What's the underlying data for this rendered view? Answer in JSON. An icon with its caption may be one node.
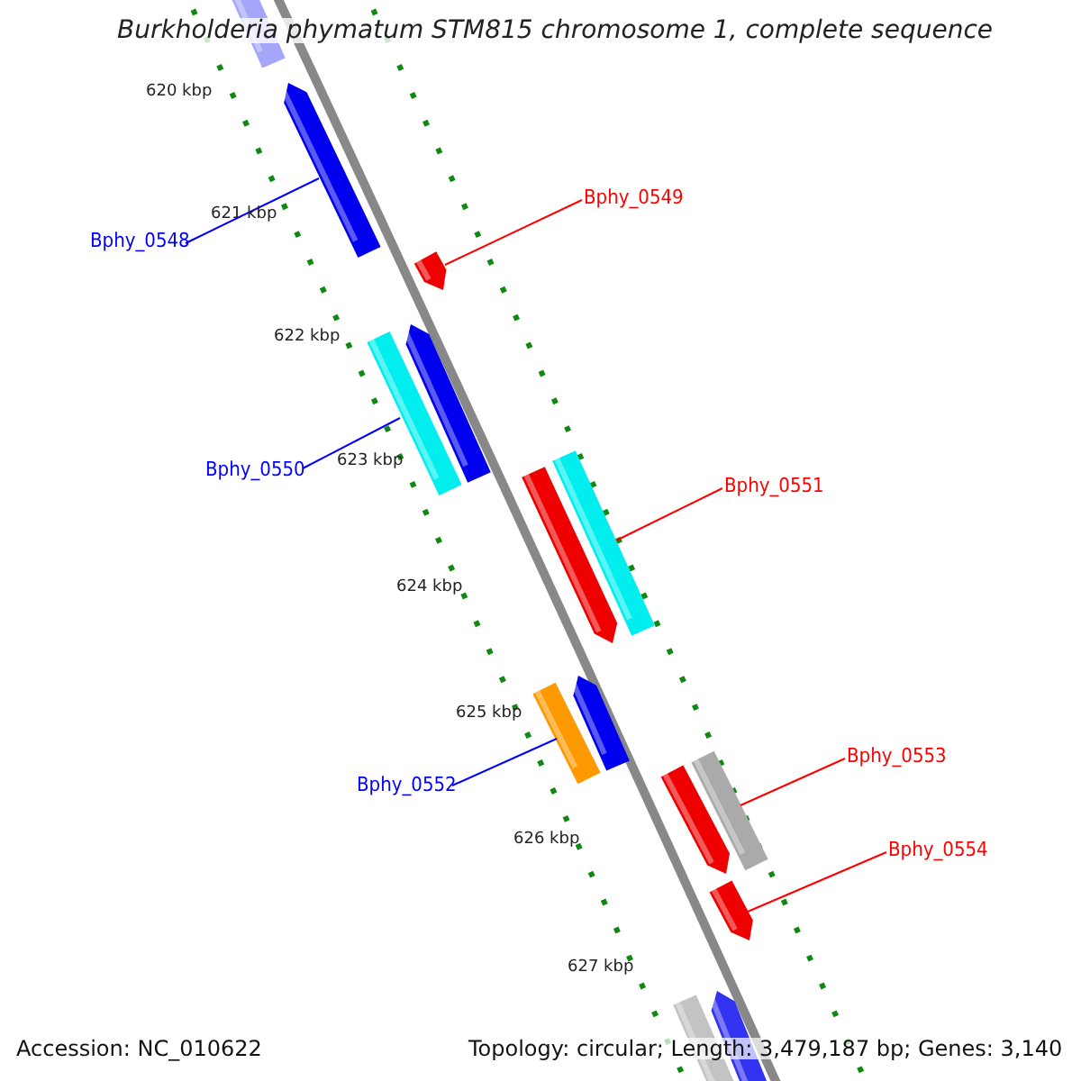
{
  "diagram": {
    "title": "Burkholderia phymatum STM815 chromosome 1, complete sequence",
    "nodes": [
      {
        "text": [
          "Bphy_0548"
        ]
      },
      {
        "text": [
          "Bphy_0549"
        ]
      },
      {
        "text": [
          "Bphy_0550"
        ]
      },
      {
        "text": [
          "Bphy_0551"
        ]
      },
      {
        "text": [
          "Bphy_0552"
        ]
      },
      {
        "text": [
          "Bphy_0553"
        ]
      },
      {
        "text": [
          "Bphy_0554"
        ]
      },
      {
        "text": [],
        "shape": "bar"
      },
      {
        "text": [],
        "shape": "bar"
      },
      {
        "text": [],
        "shape": "bar"
      },
      {
        "text": [],
        "shape": "bar"
      },
      {
        "text": [],
        "shape": "bar"
      },
      {
        "text": [],
        "shape": "bar"
      },
      {
        "text": [],
        "shape": "bar"
      },
      {
        "text": [],
        "shape": "bar"
      },
      {
        "text": [],
        "shape": "bar"
      },
      {
        "text": [],
        "shape": "bar"
      },
      {
        "text": [],
        "shape": "bar"
      },
      {
        "text": [],
        "shape": "bar"
      },
      {
        "text": [],
        "shape": "bar"
      },
      {
        "text": [],
        "shape": "bar"
      }
    ],
    "edges": [
      {
        "from": 0,
        "to": 8,
        "arrow": "none",
        "color": "#0000ff"
      },
      {
        "from": 1,
        "to": 9,
        "arrow": "none"
      },
      {
        "from": 2,
        "to": 11,
        "arrow": "none",
        "color": "#0000ff"
      },
      {
        "from": 3,
        "to": 12,
        "arrow": "none"
      },
      {
        "from": 4,
        "to": 15,
        "arrow": "none",
        "color": "#0000ff"
      },
      {
        "from": 5,
        "to": 16,
        "arrow": "none"
      },
      {
        "from": 6,
        "to": 18,
        "arrow": "none"
      }
    ],
    "labels": [
      "620 kbp",
      "621 kbp",
      "622 kbp",
      "623 kbp",
      "624 kbp",
      "625 kbp",
      "626 kbp",
      "627 kbp",
      "Accession: NC_010622",
      "Topology: circular; Length: 3,479,187 bp; Genes: 3,140"
    ]
  }
}
